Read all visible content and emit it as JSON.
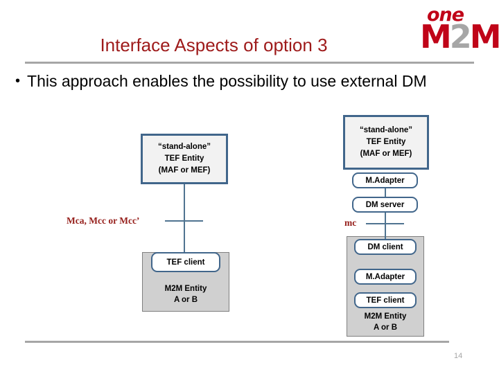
{
  "slide": {
    "title": "Interface Aspects of option 3",
    "page_number": "14",
    "title_color": "#9E1A1A",
    "rule_color": "#A6A6A6"
  },
  "logo": {
    "one": "one",
    "m_left": "M",
    "two": "2",
    "m_right": "M",
    "red": "#C00418",
    "gray": "#A6A6A6"
  },
  "bullets": [
    {
      "marker": "•",
      "text": "This approach enables the possibility to use external DM"
    }
  ],
  "diagram": {
    "left": {
      "standalone_box": {
        "line1": "“stand-alone”",
        "line2": "TEF Entity",
        "line3": "(MAF or MEF)"
      },
      "interface_label": "Mca, Mcc or Mcc’",
      "client_box": "TEF client",
      "entity_caption_line1": "M2M Entity",
      "entity_caption_line2": "A or B"
    },
    "right": {
      "standalone_box": {
        "line1": "“stand-alone”",
        "line2": "TEF Entity",
        "line3": "(MAF or MEF)"
      },
      "adapter_top": "M.Adapter",
      "dm_server": "DM server",
      "interface_label": "mc",
      "dm_client": "DM client",
      "adapter_bottom": "M.Adapter",
      "tef_client": "TEF client",
      "entity_caption_line1": "M2M Entity",
      "entity_caption_line2": "A or B"
    },
    "colors": {
      "box_border": "#41668B",
      "box_fill": "#F2F2F2",
      "panel_fill": "#D0D0D0",
      "connector": "#4F7390",
      "interface_text": "#96201C"
    }
  }
}
